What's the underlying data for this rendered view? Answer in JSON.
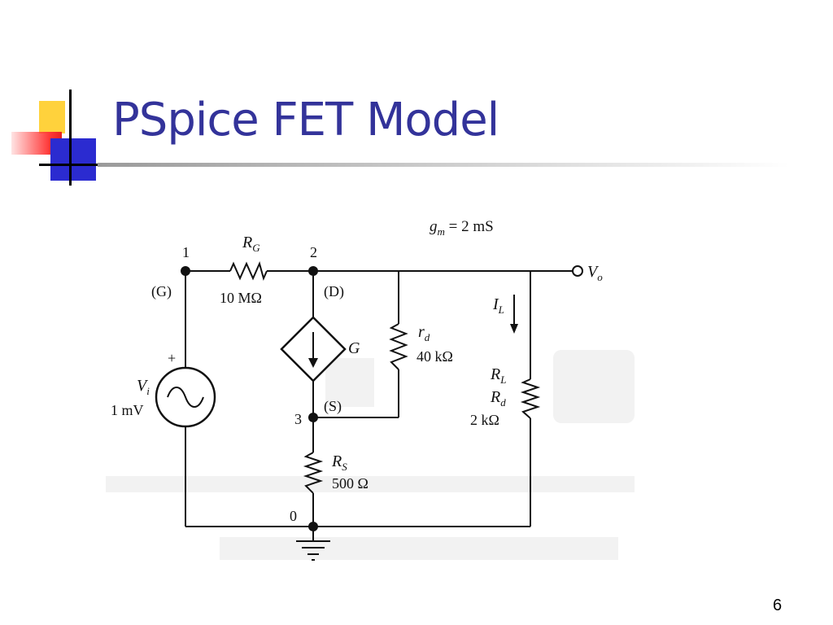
{
  "slide": {
    "title": "PSpice FET Model",
    "page_number": "6"
  },
  "circuit": {
    "gm_label": "g",
    "gm_sub": "m",
    "gm_value": " = 2 mS",
    "node_1": "1",
    "node_2": "2",
    "node_3": "3",
    "node_0": "0",
    "gate_label": "(G)",
    "drain_label": "(D)",
    "source_label": "(S)",
    "rg_main": "R",
    "rg_sub": "G",
    "rg_value": "10 MΩ",
    "source_main": "V",
    "source_sub": "i",
    "source_value": "1 mV",
    "source_plus": "+",
    "dep_source_label": "G",
    "rd_main": "r",
    "rd_sub": "d",
    "rd_value": "40 kΩ",
    "il_main": "I",
    "il_sub": "L",
    "rl_main": "R",
    "rl_sub": "L",
    "rl_alt_main": "R",
    "rl_alt_sub": "d",
    "rl_value": "2 kΩ",
    "rs_main": "R",
    "rs_sub": "S",
    "rs_value": "500 Ω",
    "vo_main": "V",
    "vo_sub": "o"
  }
}
